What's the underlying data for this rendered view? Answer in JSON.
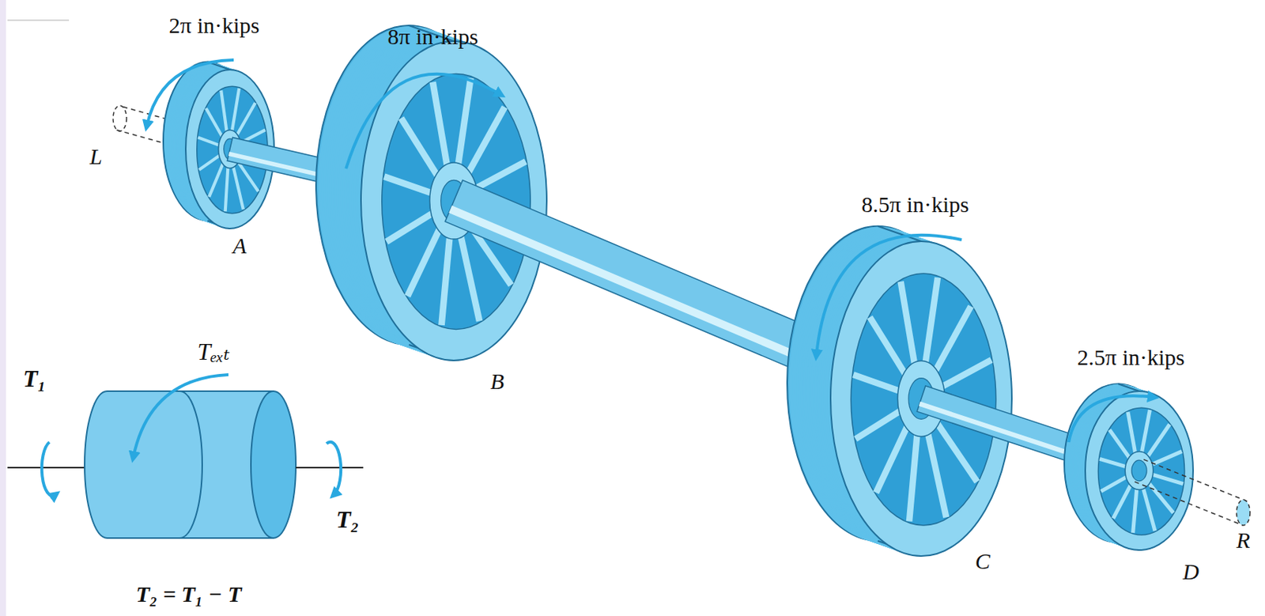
{
  "diagram": {
    "labels": [
      "2π in·kips",
      "8π in·kips",
      "L",
      "A",
      "8.5π in·kips",
      "B",
      "Tₑₓₜ",
      "T₁",
      "2.5π in·kips",
      "C",
      "T₂",
      "D",
      "R",
      "T₂ = T₁ − T"
    ]
  }
}
